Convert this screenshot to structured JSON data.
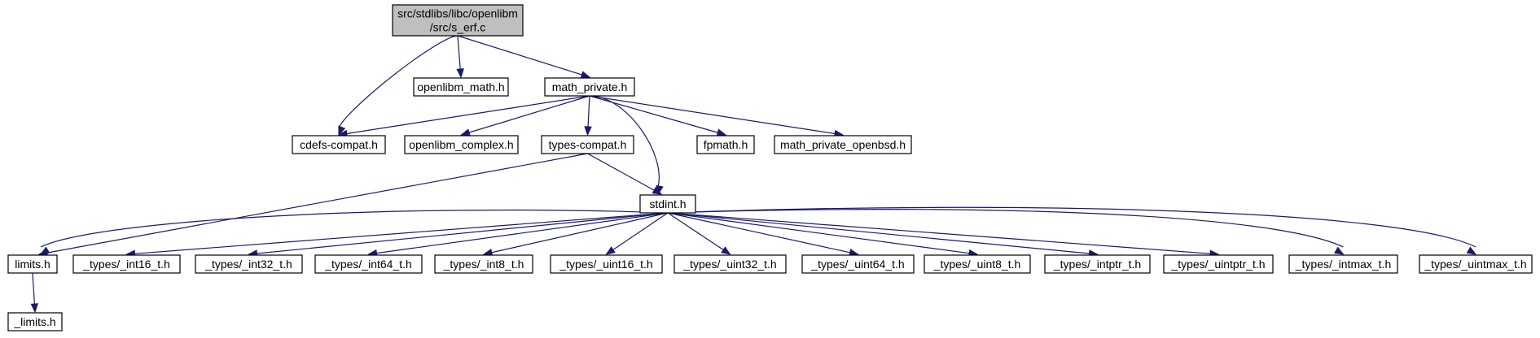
{
  "graph": {
    "nodes": [
      {
        "id": "s_erf",
        "lines": [
          "src/stdlibs/libc/openlibm",
          "/src/s_erf.c"
        ],
        "root": true
      },
      {
        "id": "openlibm_math",
        "lines": [
          "openlibm_math.h"
        ]
      },
      {
        "id": "math_private",
        "lines": [
          "math_private.h"
        ]
      },
      {
        "id": "cdefs_compat",
        "lines": [
          "cdefs-compat.h"
        ]
      },
      {
        "id": "openlibm_complex",
        "lines": [
          "openlibm_complex.h"
        ]
      },
      {
        "id": "types_compat",
        "lines": [
          "types-compat.h"
        ]
      },
      {
        "id": "fpmath",
        "lines": [
          "fpmath.h"
        ]
      },
      {
        "id": "math_private_openbsd",
        "lines": [
          "math_private_openbsd.h"
        ]
      },
      {
        "id": "stdint",
        "lines": [
          "stdint.h"
        ]
      },
      {
        "id": "limits",
        "lines": [
          "limits.h"
        ]
      },
      {
        "id": "int16",
        "lines": [
          "_types/_int16_t.h"
        ]
      },
      {
        "id": "int32",
        "lines": [
          "_types/_int32_t.h"
        ]
      },
      {
        "id": "int64",
        "lines": [
          "_types/_int64_t.h"
        ]
      },
      {
        "id": "int8",
        "lines": [
          "_types/_int8_t.h"
        ]
      },
      {
        "id": "uint16",
        "lines": [
          "_types/_uint16_t.h"
        ]
      },
      {
        "id": "uint32",
        "lines": [
          "_types/_uint32_t.h"
        ]
      },
      {
        "id": "uint64",
        "lines": [
          "_types/_uint64_t.h"
        ]
      },
      {
        "id": "uint8",
        "lines": [
          "_types/_uint8_t.h"
        ]
      },
      {
        "id": "intptr",
        "lines": [
          "_types/_intptr_t.h"
        ]
      },
      {
        "id": "uintptr",
        "lines": [
          "_types/_uintptr_t.h"
        ]
      },
      {
        "id": "intmax",
        "lines": [
          "_types/_intmax_t.h"
        ]
      },
      {
        "id": "uintmax",
        "lines": [
          "_types/_uintmax_t.h"
        ]
      },
      {
        "id": "_limits",
        "lines": [
          "_limits.h"
        ]
      }
    ],
    "edges": [
      [
        "s_erf",
        "cdefs_compat"
      ],
      [
        "s_erf",
        "openlibm_math"
      ],
      [
        "s_erf",
        "math_private"
      ],
      [
        "math_private",
        "cdefs_compat"
      ],
      [
        "math_private",
        "openlibm_complex"
      ],
      [
        "math_private",
        "types_compat"
      ],
      [
        "math_private",
        "stdint"
      ],
      [
        "math_private",
        "fpmath"
      ],
      [
        "math_private",
        "math_private_openbsd"
      ],
      [
        "types_compat",
        "limits"
      ],
      [
        "types_compat",
        "stdint"
      ],
      [
        "stdint",
        "limits"
      ],
      [
        "stdint",
        "int16"
      ],
      [
        "stdint",
        "int32"
      ],
      [
        "stdint",
        "int64"
      ],
      [
        "stdint",
        "int8"
      ],
      [
        "stdint",
        "uint16"
      ],
      [
        "stdint",
        "uint32"
      ],
      [
        "stdint",
        "uint64"
      ],
      [
        "stdint",
        "uint8"
      ],
      [
        "stdint",
        "intptr"
      ],
      [
        "stdint",
        "uintptr"
      ],
      [
        "stdint",
        "intmax"
      ],
      [
        "stdint",
        "uintmax"
      ],
      [
        "limits",
        "_limits"
      ]
    ],
    "colors": {
      "root_fill": "#bfbfbf",
      "node_fill": "#ffffff",
      "edge": "#191970",
      "border": "#000000"
    }
  }
}
